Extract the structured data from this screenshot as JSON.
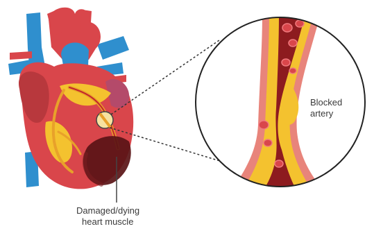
{
  "labels": {
    "blocked_artery": [
      "Blocked",
      "artery"
    ],
    "damaged_muscle": [
      "Damaged/dying",
      "heart muscle"
    ]
  },
  "colors": {
    "heart_red": "#d9464b",
    "heart_dark": "#b8383d",
    "vessel_blue": "#2f8fce",
    "fat_yellow": "#f4c22f",
    "plaque_orange": "#e8a12a",
    "artery_wall": "#e8847b",
    "blood_dark": "#8d1b1f",
    "damage_dark": "#5a1416"
  }
}
